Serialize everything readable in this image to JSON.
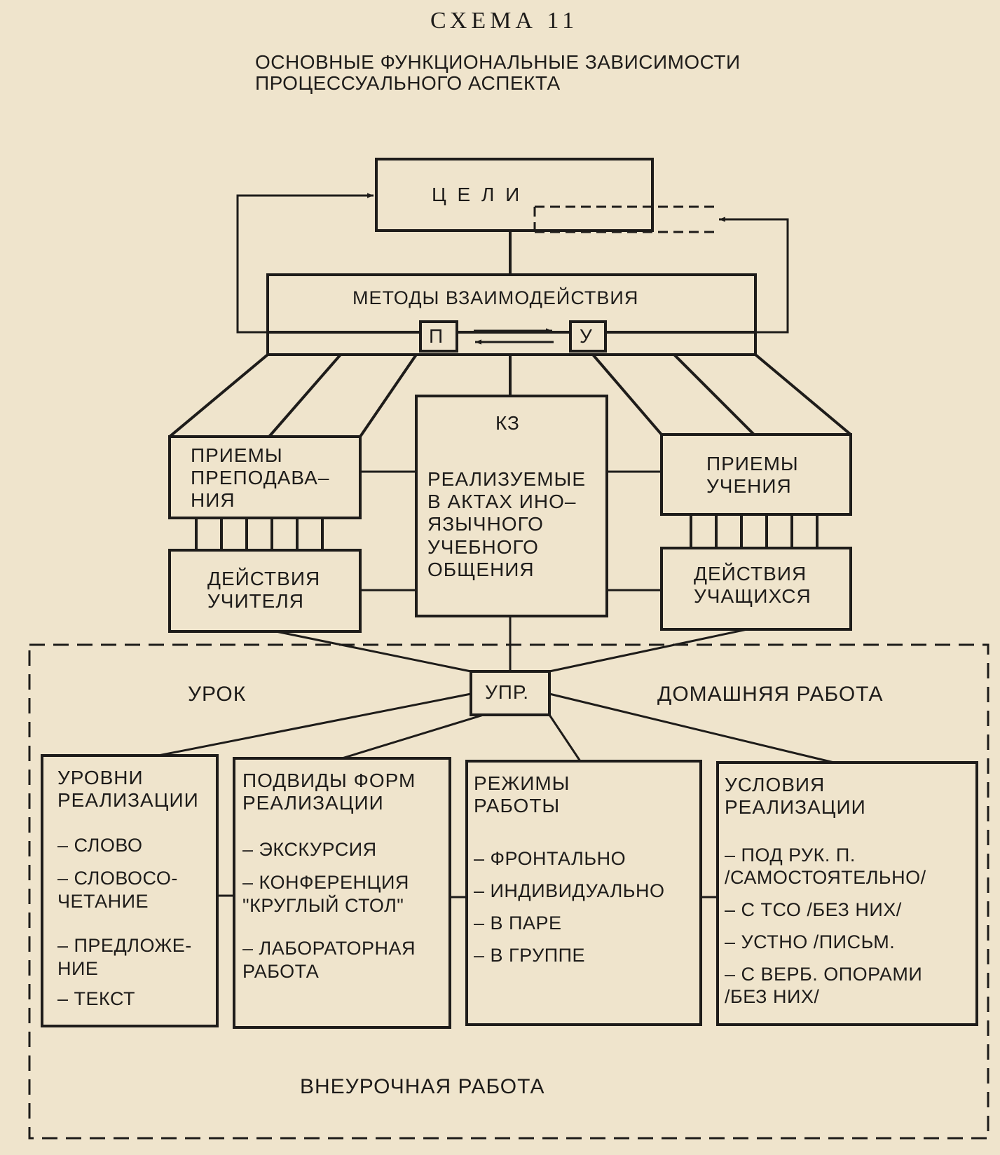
{
  "header": {
    "title": "СХЕМА 11",
    "subtitle_line1": "ОСНОВНЫЕ ФУНКЦИОНАЛЬНЫЕ ЗАВИСИМОСТИ",
    "subtitle_line2": "ПРОЦЕССУАЛЬНОГО АСПЕКТА"
  },
  "nodes": {
    "goals": "Ц Е Л И",
    "methods": "МЕТОДЫ ВЗАИМОДЕЙСТВИЯ",
    "p": "П",
    "u": "У",
    "kz_title": "КЗ",
    "kz_body": [
      "РЕАЛИЗУЕМЫЕ",
      "В АКТАХ ИНО–",
      "ЯЗЫЧНОГО",
      "УЧЕБНОГО",
      "ОБЩЕНИЯ"
    ],
    "teaching_techniques": [
      "ПРИЕМЫ",
      "ПРЕПОДАВА–",
      "НИЯ"
    ],
    "teacher_actions": [
      "ДЕЙСТВИЯ",
      "УЧИТЕЛЯ"
    ],
    "learning_techniques": [
      "ПРИЕМЫ",
      "УЧЕНИЯ"
    ],
    "student_actions": [
      "ДЕЙСТВИЯ",
      "УЧАЩИХСЯ"
    ],
    "upr": "УПР."
  },
  "zones": {
    "lesson": "УРОК",
    "homework": "ДОМАШНЯЯ РАБОТА",
    "extracurricular": "ВНЕУРОЧНАЯ РАБОТА"
  },
  "bottom_boxes": [
    {
      "title": [
        "УРОВНИ",
        "РЕАЛИЗАЦИИ"
      ],
      "items": [
        "– СЛОВО",
        "– СЛОВОСО-",
        "   ЧЕТАНИЕ",
        "– ПРЕДЛОЖЕ-",
        "   НИЕ",
        "– ТЕКСТ"
      ]
    },
    {
      "title": [
        "ПОДВИДЫ ФОРМ",
        "РЕАЛИЗАЦИИ"
      ],
      "items": [
        "– ЭКСКУРСИЯ",
        "– КОНФЕРЕНЦИЯ",
        "  \"КРУГЛЫЙ СТОЛ\"",
        "– ЛАБОРАТОРНАЯ",
        "   РАБОТА"
      ]
    },
    {
      "title": [
        "РЕЖИМЫ",
        "РАБОТЫ"
      ],
      "items": [
        "– ФРОНТАЛЬНО",
        "– ИНДИВИДУАЛЬНО",
        "– В ПАРЕ",
        "– В ГРУППЕ"
      ]
    },
    {
      "title": [
        "УСЛОВИЯ",
        "РЕАЛИЗАЦИИ"
      ],
      "items": [
        "– ПОД РУК. П.",
        "   /САМОСТОЯТЕЛЬНО/",
        "– С ТСО /БЕЗ НИХ/",
        "– УСТНО /ПИСЬМ.",
        "– С ВЕРБ. ОПОРАМИ",
        "   /БЕЗ НИХ/"
      ]
    }
  ]
}
